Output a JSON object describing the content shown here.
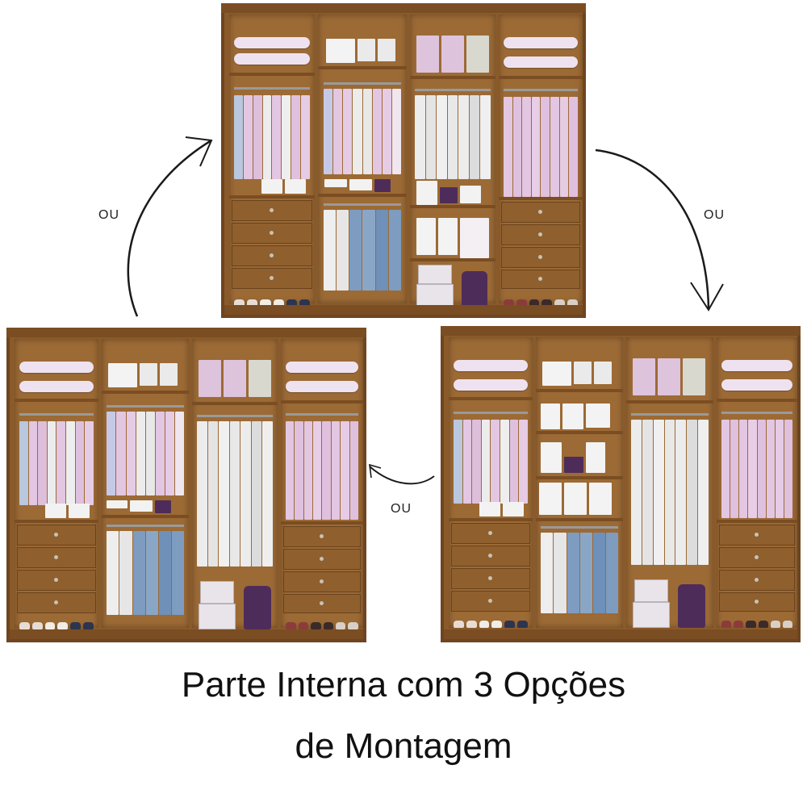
{
  "caption": {
    "line1": "Parte Interna com 3 Opções",
    "line2": "de Montagem"
  },
  "connectors": [
    {
      "label": "OU",
      "from": "option-bottom-left",
      "to": "option-top",
      "direction": "up-right"
    },
    {
      "label": "OU",
      "from": "option-top",
      "to": "option-bottom-right",
      "direction": "down"
    },
    {
      "label": "OU",
      "from": "option-bottom-right",
      "to": "option-bottom-left",
      "direction": "left"
    }
  ],
  "wardrobes": [
    {
      "id": "option-top",
      "columns": 4,
      "second_column": "hanging + shelf + lower hanging",
      "third_column": "hanging + shelves + boxes"
    },
    {
      "id": "option-bottom-left",
      "columns": 4,
      "second_column": "hanging + shelf + lower hanging",
      "third_column": "long hanging + boxes"
    },
    {
      "id": "option-bottom-right",
      "columns": 4,
      "second_column": "4 shelves + lower hanging",
      "third_column": "long hanging + boxes"
    }
  ],
  "colors": {
    "wood": "#8a5a2b",
    "wood_dark": "#6e4520",
    "clothes_pink": "#e3c6e2",
    "clothes_white": "#eeeeee",
    "clothes_blue": "#7d9cc0",
    "text": "#111111"
  }
}
